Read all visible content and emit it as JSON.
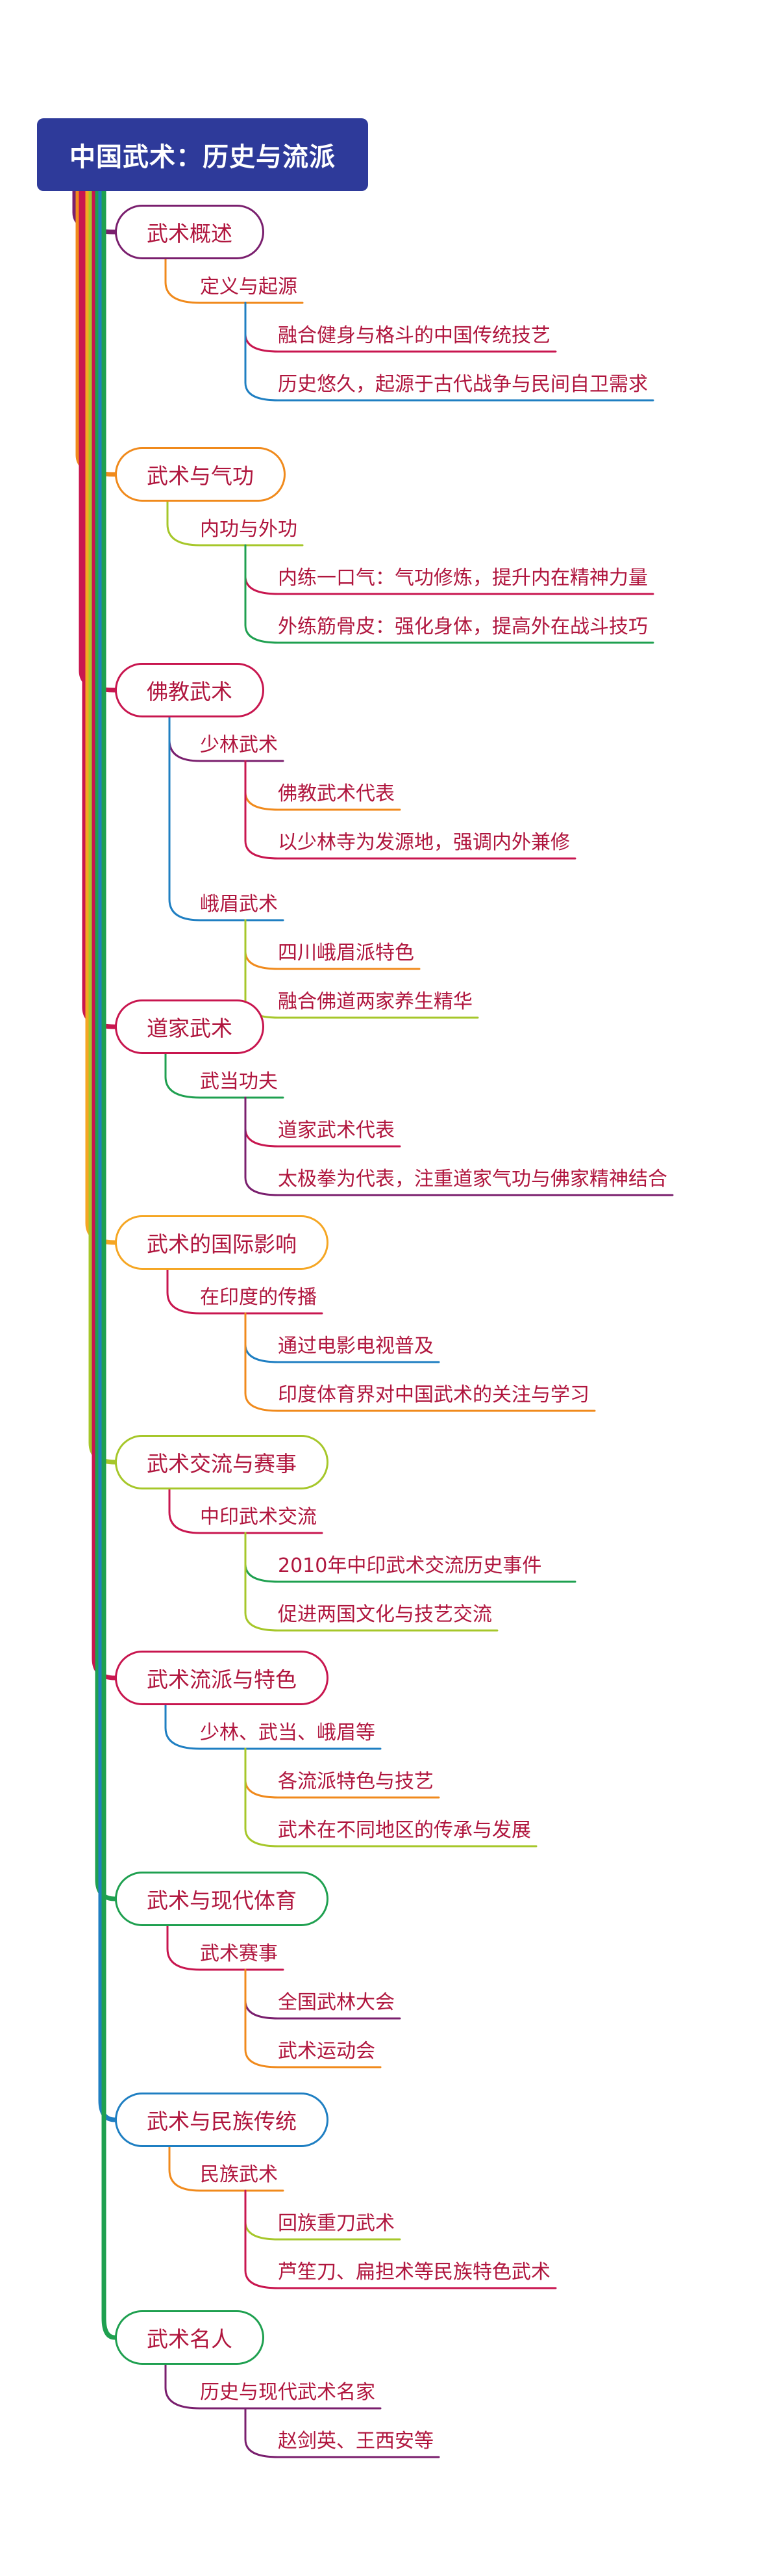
{
  "root": {
    "title": "中国武术：历史与流派"
  },
  "branches": [
    {
      "label": "武术概述",
      "color": "#7a1f6e",
      "subs": [
        {
          "label": "定义与起源",
          "color": "#f08a1c",
          "leaves": [
            {
              "label": "融合健身与格斗的中国传统技艺",
              "color": "#c8164f"
            },
            {
              "label": "历史悠久，起源于古代战争与民间自卫需求",
              "color": "#1f7fc2"
            }
          ]
        }
      ]
    },
    {
      "label": "武术与气功",
      "color": "#f08a1c",
      "subs": [
        {
          "label": "内功与外功",
          "color": "#a6c72a",
          "leaves": [
            {
              "label": "内练一口气：气功修炼，提升内在精神力量",
              "color": "#c8164f"
            },
            {
              "label": "外练筋骨皮：强化身体，提高外在战斗技巧",
              "color": "#1fa050"
            }
          ]
        }
      ]
    },
    {
      "label": "佛教武术",
      "color": "#c8164f",
      "subs": [
        {
          "label": "少林武术",
          "color": "#7a1f6e",
          "leaves": [
            {
              "label": "佛教武术代表",
              "color": "#f08a1c"
            },
            {
              "label": "以少林寺为发源地，强调内外兼修",
              "color": "#c8164f"
            }
          ]
        },
        {
          "label": "峨眉武术",
          "color": "#1f7fc2",
          "leaves": [
            {
              "label": "四川峨眉派特色",
              "color": "#f08a1c"
            },
            {
              "label": "融合佛道两家养生精华",
              "color": "#a6c72a"
            }
          ]
        }
      ]
    },
    {
      "label": "道家武术",
      "color": "#c8164f",
      "subs": [
        {
          "label": "武当功夫",
          "color": "#1fa050",
          "leaves": [
            {
              "label": "道家武术代表",
              "color": "#c8164f"
            },
            {
              "label": "太极拳为代表，注重道家气功与佛家精神结合",
              "color": "#7a1f6e"
            }
          ]
        }
      ]
    },
    {
      "label": "武术的国际影响",
      "color": "#f5a623",
      "subs": [
        {
          "label": "在印度的传播",
          "color": "#c8164f",
          "leaves": [
            {
              "label": "通过电影电视普及",
              "color": "#1f7fc2"
            },
            {
              "label": "印度体育界对中国武术的关注与学习",
              "color": "#f08a1c"
            }
          ]
        }
      ]
    },
    {
      "label": "武术交流与赛事",
      "color": "#a6c72a",
      "subs": [
        {
          "label": "中印武术交流",
          "color": "#c8164f",
          "leaves": [
            {
              "label": "2010年中印武术交流历史事件",
              "color": "#1fa050"
            },
            {
              "label": "促进两国文化与技艺交流",
              "color": "#a6c72a"
            }
          ]
        }
      ]
    },
    {
      "label": "武术流派与特色",
      "color": "#c8164f",
      "subs": [
        {
          "label": "少林、武当、峨眉等",
          "color": "#1f7fc2",
          "leaves": [
            {
              "label": "各流派特色与技艺",
              "color": "#f08a1c"
            },
            {
              "label": "武术在不同地区的传承与发展",
              "color": "#a6c72a"
            }
          ]
        }
      ]
    },
    {
      "label": "武术与现代体育",
      "color": "#1fa050",
      "subs": [
        {
          "label": "武术赛事",
          "color": "#c8164f",
          "leaves": [
            {
              "label": "全国武林大会",
              "color": "#7a1f6e"
            },
            {
              "label": "武术运动会",
              "color": "#f08a1c"
            }
          ]
        }
      ]
    },
    {
      "label": "武术与民族传统",
      "color": "#1f7fc2",
      "subs": [
        {
          "label": "民族武术",
          "color": "#f08a1c",
          "leaves": [
            {
              "label": "回族重刀武术",
              "color": "#a6c72a"
            },
            {
              "label": "芦笙刀、扁担术等民族特色武术",
              "color": "#c8164f"
            }
          ]
        }
      ]
    },
    {
      "label": "武术名人",
      "color": "#1fa050",
      "subs": [
        {
          "label": "历史与现代武术名家",
          "color": "#7a1f6e",
          "leaves": [
            {
              "label": "赵剑英、王西安等",
              "color": "#7a1f6e"
            }
          ]
        }
      ]
    }
  ]
}
